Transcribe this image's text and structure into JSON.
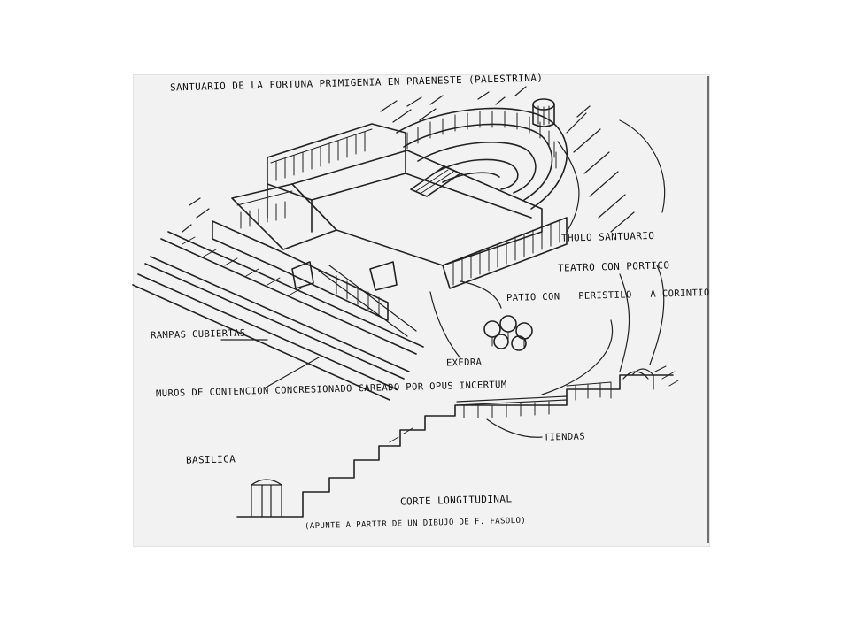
{
  "colors": {
    "paper": "#f2f2f2",
    "ink": "#222222",
    "frame": "#6f6f6f"
  },
  "drawing": {
    "title": [
      "SANTUARIO DE LA FORTUNA PRIMIGENIA",
      "EN PRAENESTE (PALESTRINA)"
    ],
    "labels": {
      "tholo": [
        "THOLO SANTUARIO"
      ],
      "teatro": [
        "TEATRO CON",
        "PORTICO"
      ],
      "patio": [
        "PATIO CON",
        "PERISTILO",
        "A CORINTIO"
      ],
      "rampas": [
        "RAMPAS",
        "CUBIERTAS"
      ],
      "exedra": [
        "EXEDRA"
      ],
      "muros": [
        "MUROS DE CONTENCION",
        "CONCRESIONADO CAREADO",
        "POR OPUS INCERTUM"
      ],
      "tiendas": [
        "TIENDAS"
      ],
      "basilica": [
        "BASILICA"
      ],
      "corte": [
        "CORTE LONGITUDINAL"
      ],
      "credit": [
        "(APUNTE A PARTIR DE UN DIBUJO DE F. FASOLO)"
      ]
    }
  }
}
